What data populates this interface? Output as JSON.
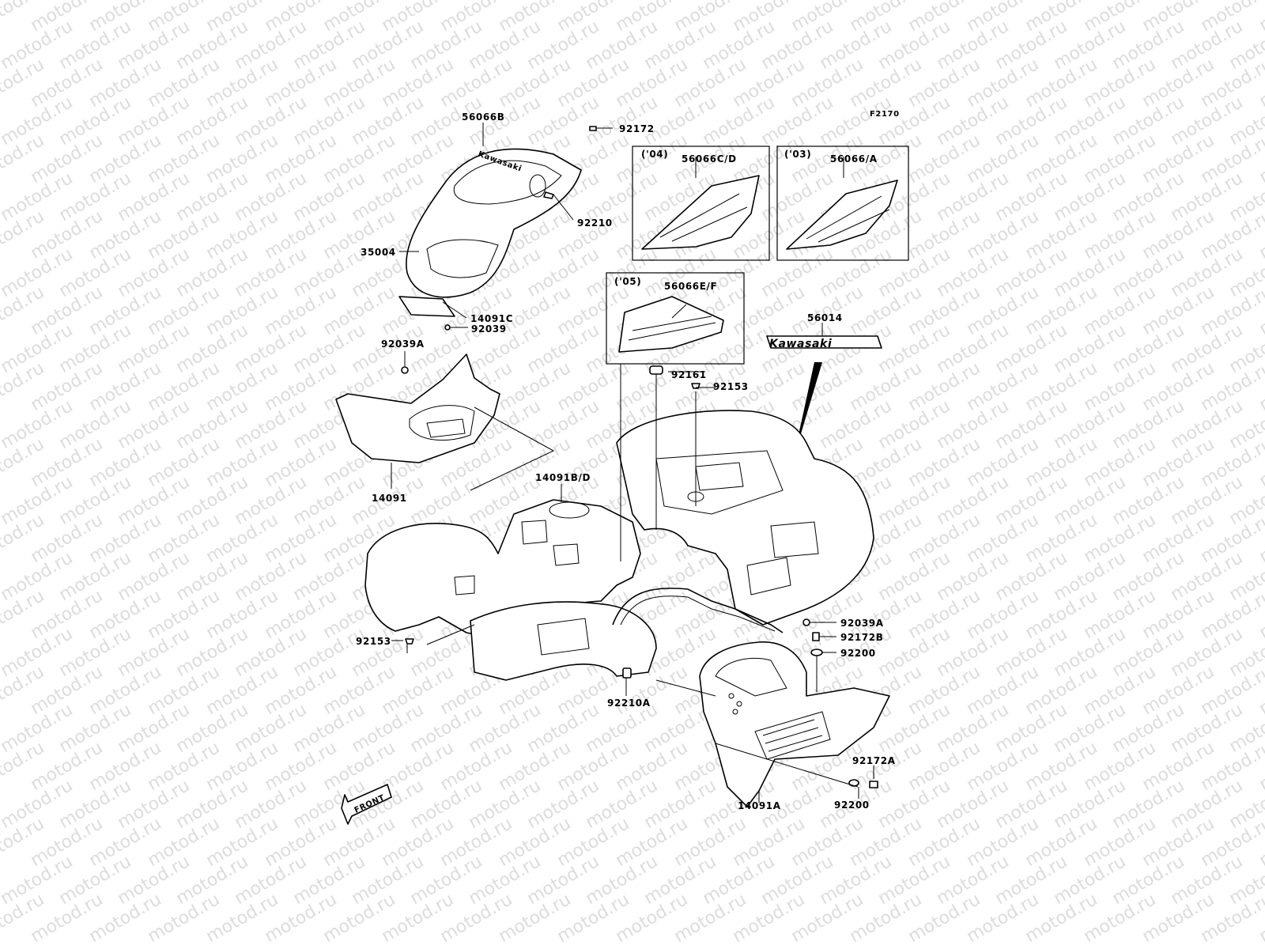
{
  "figure_code": "F2170",
  "watermark": "motod.ru",
  "front_label": "FRONT",
  "inset_05": {
    "year": "('05)",
    "part": "56066E/F"
  },
  "inset_04": {
    "year": "('04)",
    "part": "56066C/D"
  },
  "inset_03": {
    "year": "('03)",
    "part": "56066/A"
  },
  "decal_56014": {
    "part": "56014",
    "text": "Kawasaki"
  },
  "parts": {
    "p56066B": "56066B",
    "p92172": "92172",
    "p92210": "92210",
    "p35004": "35004",
    "p14091C": "14091C",
    "p92039": "92039",
    "p92039A_top": "92039A",
    "p14091": "14091",
    "p14091BD": "14091B/D",
    "p92161": "92161",
    "p92153_top": "92153",
    "p92153_left": "92153",
    "p92210A": "92210A",
    "p92039A_right": "92039A",
    "p92172B": "92172B",
    "p92200_top": "92200",
    "p92172A": "92172A",
    "p92200_bottom": "92200",
    "p14091A": "14091A"
  },
  "logo_text": "Kawasaki"
}
